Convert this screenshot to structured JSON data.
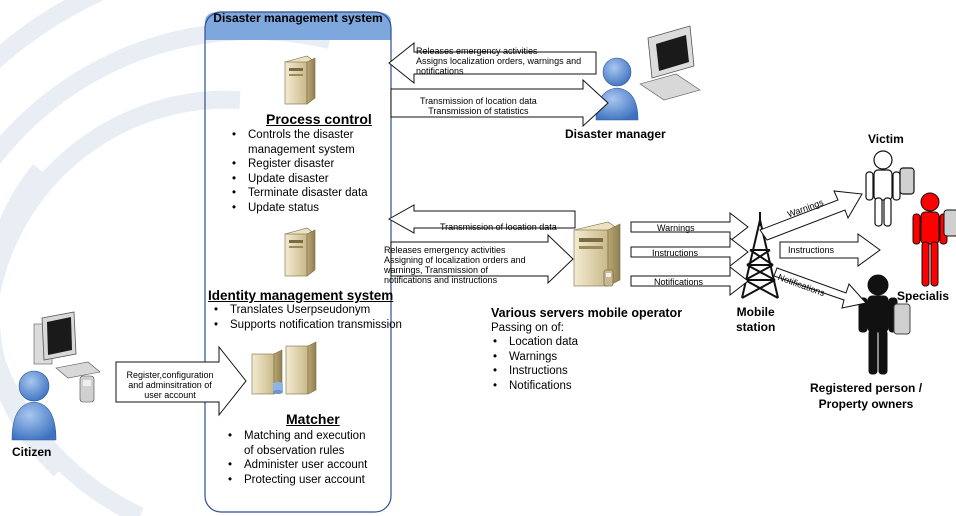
{
  "system": {
    "title": "Disaster management system"
  },
  "process_control": {
    "title": "Process control",
    "items": [
      "Controls the disaster",
      "management system",
      "Register disaster",
      "Update disaster",
      "Terminate disaster data",
      "Update status"
    ]
  },
  "identity": {
    "title": "Identity management system",
    "items": [
      "Translates Userpseudonym",
      "Supports notification transmission"
    ]
  },
  "matcher": {
    "title": "Matcher",
    "items": [
      "Matching and execution",
      "of observation rules",
      "Administer user account",
      "Protecting user account"
    ]
  },
  "citizen": {
    "label": "Citizen",
    "arrow_text": [
      "Register,configuration",
      "and adminsitration of",
      "user account"
    ]
  },
  "manager": {
    "label": "Disaster manager",
    "to_system_text": [
      "Releases emergency activities",
      "Assigns localization orders, warnings and",
      "notifications"
    ],
    "from_system_text": [
      "Transmission of location data",
      "Transmission of statistics"
    ]
  },
  "operator": {
    "label": "Various servers mobile operator",
    "passing_title": "Passing on of:",
    "items": [
      "Location data",
      "Warnings",
      "Instructions",
      "Notifications"
    ],
    "to_system_text": "Transmission of location data",
    "from_system_text": [
      "Releases emergency activities",
      "Assigning of localization orders and",
      "warnings, Transmission of",
      "notifications and instructions"
    ],
    "out_arrows": [
      "Warnings",
      "Instructions",
      "Notifications"
    ]
  },
  "station": {
    "label_1": "Mobile",
    "label_2": "station"
  },
  "station_arrows": [
    "Warnings",
    "Instructions",
    "Notifications"
  ],
  "recipients": {
    "victim": "Victim",
    "specialist": "Specialis",
    "registered_1": "Registered person /",
    "registered_2": "Property owners"
  },
  "colors": {
    "header_blue": "#7ea7de",
    "person_blue": "#5b8fd6",
    "specialist_red": "#ff0000",
    "registered_black": "#111111",
    "server_beige": "#e8dcb8"
  }
}
